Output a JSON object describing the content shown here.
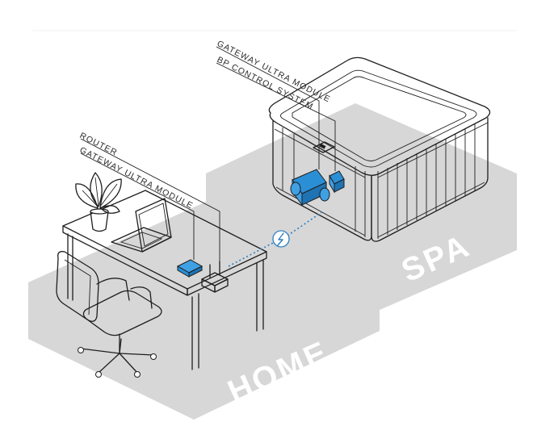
{
  "labels": {
    "spa_module": "GATEWAY ULTRA MODULE",
    "spa_control": "BP CONTROL SYSTEM",
    "router": "ROUTER",
    "home_module": "GATEWAY ULTRA MODULE",
    "spa_zone": "SPA",
    "home_zone": "HOME"
  },
  "colors": {
    "floor": "#d7d7d7",
    "zone_text": "#ffffff",
    "module_blue": "#2b8fd6",
    "wireless_link": "#2b7fc2",
    "line": "#1e1e1e"
  },
  "icons": {
    "wireless": "wireless-link-icon"
  }
}
